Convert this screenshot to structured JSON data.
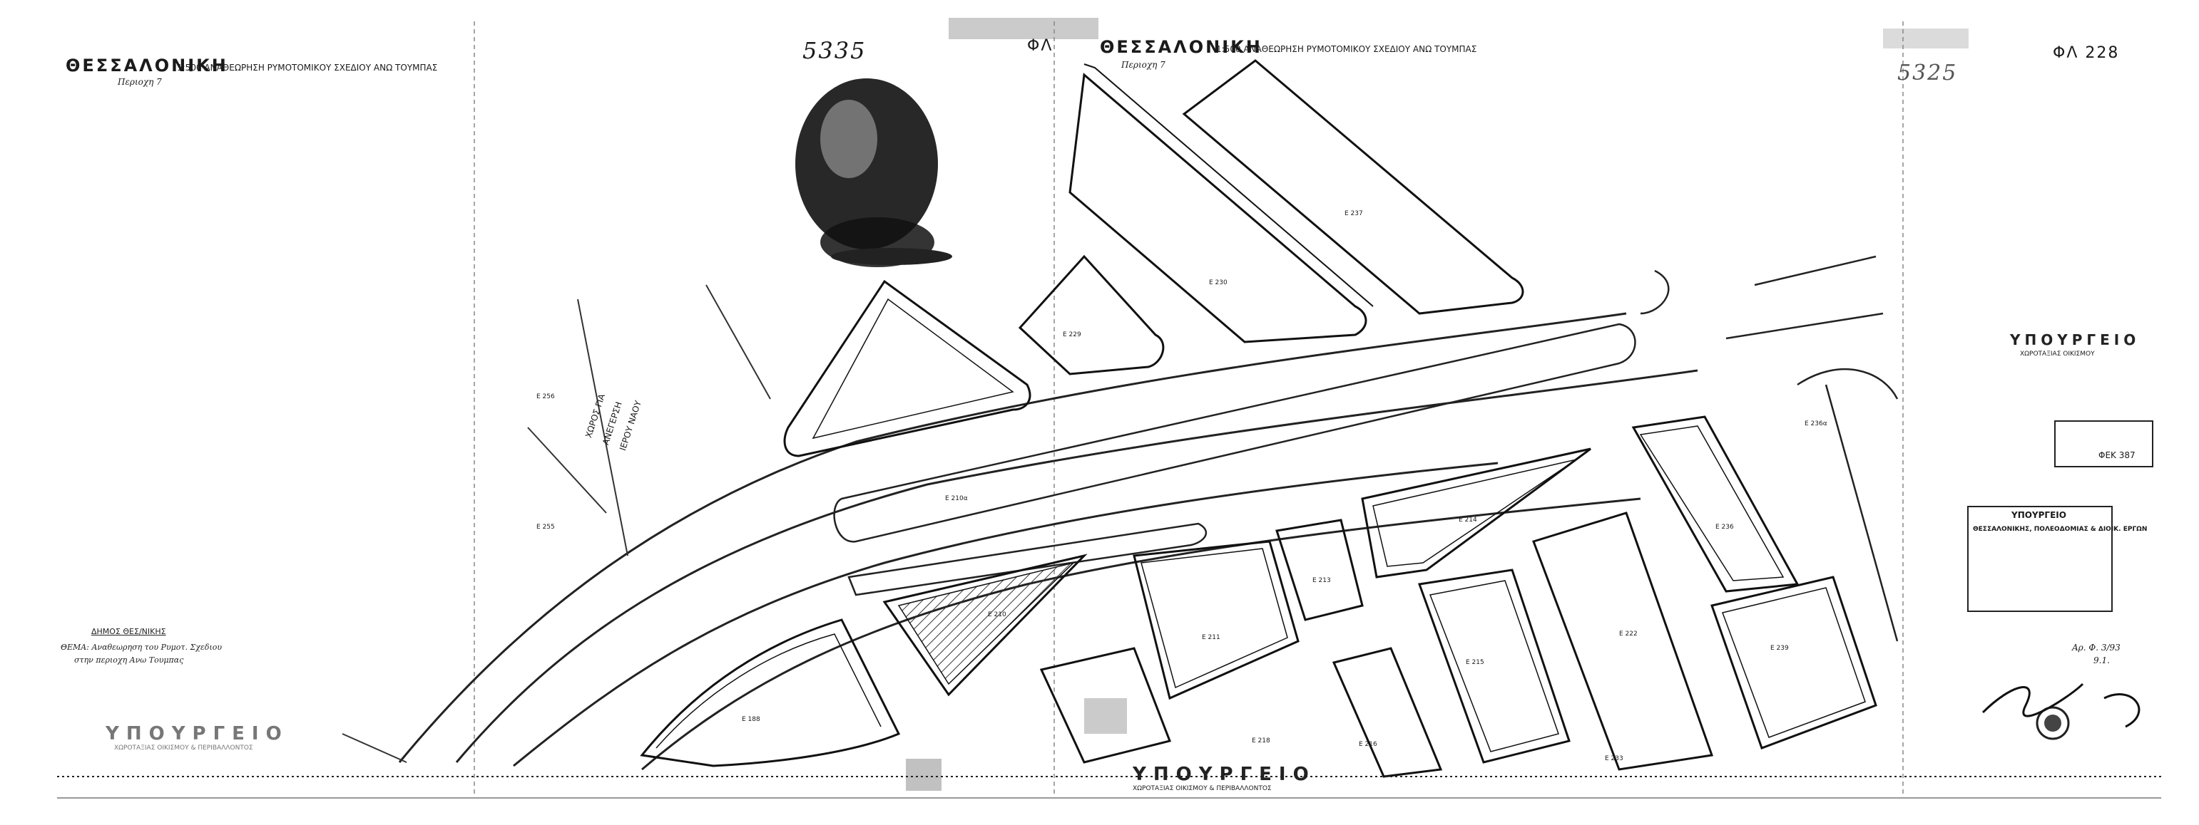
{
  "sheet": {
    "title_left": "ΘΕΣΣΑΛΟΝΙΚΗ",
    "title_left_detail": "1:500 ΑΝΑΘΕΩΡΗΣΗ ΡΥΜΟΤΟΜΙΚΟΥ ΣΧΕΔΙΟΥ ΑΝΩ ΤΟΥΜΠΑΣ",
    "subtitle_left": "Περιοχη 7",
    "title_center": "ΘΕΣΣΑΛΟΝΙΚΗ",
    "title_center_detail": "1:500 ΑΝΑΘΕΩΡΗΣΗ ΡΥΜΟΤΟΜΙΚΟΥ ΣΧΕΔΙΟΥ ΑΝΩ ΤΟΥΜΠΑΣ",
    "subtitle_center": "Περιοχη 7",
    "sheet_code_center": "ΦΛ",
    "sheet_code_right": "ΦΛ 228",
    "handwritten_number_left": "5335",
    "handwritten_number_right": "5325"
  },
  "blocks": {
    "b1": "Ε 230",
    "b2": "Ε 237",
    "b3": "Ε 229",
    "b4": "Ε 210",
    "b5": "Ε 211",
    "b6": "Ε 213",
    "b7": "Ε 214",
    "b8": "Ε 215",
    "b9": "Ε 216",
    "b10": "Ε 218",
    "b11": "Ε 222",
    "b12": "Ε 236",
    "b13": "Ε 239",
    "b14": "Ε 188",
    "b15": "Ε 255",
    "b16": "Ε 256",
    "b17": "Ε 233",
    "b18": "Ε 236α",
    "b19": "Ε 210α"
  },
  "areas": {
    "green_space_line1": "ΧΩΡΟΣ ΓΙΑ",
    "green_space_line2": "ΑΝΕΓΕΡΣΗ",
    "green_space_line3": "ΙΕΡΟΥ ΝΑΟΥ"
  },
  "stamps": {
    "ministry_right": "ΥΠΟΥΡΓΕΙΟ",
    "ministry_right_sub": "ΧΩΡΟΤΑΞΙΑΣ ΟΙΚΙΣΜΟΥ",
    "ministry_bottom": "ΥΠΟΥΡΓΕΙΟ",
    "ministry_bottom_sub": "ΧΩΡΟΤΑΞΙΑΣ ΟΙΚΙΣΜΟΥ & ΠΕΡΙΒΑΛΛΟΝΤΟΣ",
    "ministry_left": "ΥΠΟΥΡΓΕΙΟ",
    "ministry_left_sub": "ΧΩΡΟΤΑΞΙΑΣ ΟΙΚΙΣΜΟΥ & ΠΕΡΙΒΑΛΛΟΝΤΟΣ",
    "municipality": "ΔΗΜΟΣ ΘΕΣ/ΝΙΚΗΣ",
    "subject_line1": "ΘΕΜΑ: Αναθεωρηση του Ρυμοτ. Σχεδιου",
    "subject_line2": "στην περιοχη Ανω Τουμπας",
    "approval_title": "ΥΠΟΥΡΓΕΙΟ",
    "approval_line1": "ΘΕΣΣΑΛΟΝΙΚΗΣ, ΠΟΛΕΟΔΟΜΙΑΣ & ΔΙΟΙΚ. ΕΡΓΩΝ",
    "approval_ref": "Αρ. Φ. 3/93",
    "approval_date": "9.1.",
    "gazette_ref": "ΦΕΚ 387"
  }
}
